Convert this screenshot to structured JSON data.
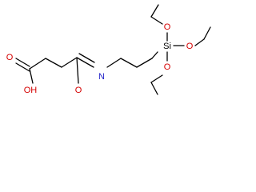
{
  "molecule": {
    "atoms": {
      "hydroxyl_oxygen": "OH",
      "acid_carbonyl_oxygen": "O",
      "amide_carbonyl_oxygen": "O",
      "imine_nitrogen": "N",
      "silicon": "Si",
      "ethoxy_oxygen_left": "O",
      "ethoxy_oxygen_right": "O",
      "ethoxy_oxygen_bottom": "O"
    },
    "colors": {
      "bond": "#000000",
      "oxygen": "#d40000",
      "nitrogen": "#2020c8",
      "silicon": "#000000",
      "background": "#ffffff"
    }
  }
}
